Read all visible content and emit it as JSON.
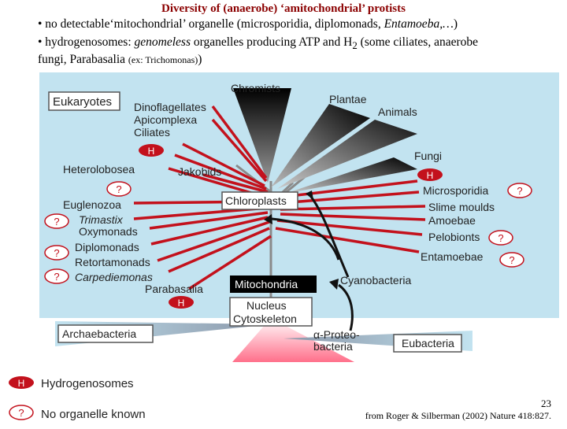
{
  "header": {
    "title": "Diversity of (anaerobe) ‘amitochondrial’ protists",
    "line1_a": "• no detectable‘mitochondrial’ organelle (microsporidia, diplomonads, ",
    "line1_i": "Entamoeba,…",
    "line1_b": ")",
    "line2_a": "• hydrogenosomes: ",
    "line2_i": "genomeless",
    "line2_b": " organelles producing ATP and H",
    "line2_sub": "2",
    "line2_c": " (some ciliates, anaerobe",
    "line3_a": "fungi, Parabasalia ",
    "line3_small": "(ex: Trichomonas)",
    "line3_b": ")"
  },
  "tree": {
    "eukaryotes": "Eukaryotes",
    "chromists": "Chromists",
    "plantae": "Plantae",
    "animals": "Animals",
    "fungi": "Fungi",
    "dinoflagellates": "Dinoflagellates",
    "apicomplexa": "Apicomplexa",
    "ciliates": "Ciliates",
    "heterolobosea": "Heterolobosea",
    "jakobids": "Jakobids",
    "chloroplasts": "Chloroplasts",
    "euglenozoa": "Euglenozoa",
    "trimastix": "Trimastix",
    "oxymonads": "Oxymonads",
    "diplomonads": "Diplomonads",
    "retortamonads": "Retortamonads",
    "carpediemonas": "Carpediemonas",
    "parabasalia": "Parabasalia",
    "microsporidia": "Microsporidia",
    "slime_moulds": "Slime moulds",
    "amoebae": "Amoebae",
    "pelobionts": "Pelobionts",
    "entamoebae": "Entamoebae",
    "mitochondria": "Mitochondria",
    "cyanobacteria": "Cyanobacteria",
    "nucleus": "Nucleus",
    "cytoskeleton": "Cytoskeleton",
    "archaebacteria": "Archaebacteria",
    "proteo1": "α-Proteo-",
    "proteo2": "bacteria",
    "eubacteria": "Eubacteria"
  },
  "markers": {
    "h": "H",
    "q": "?"
  },
  "legend": {
    "hydrogenosomes": "Hydrogenosomes",
    "no_organelle": "No organelle known"
  },
  "footer": {
    "page": "23",
    "citation": "from Roger & Silberman (2002) Nature 418:827."
  },
  "colors": {
    "panel": "#c2e3f0",
    "red_branch": "#c3111c",
    "title": "#8b0000"
  }
}
